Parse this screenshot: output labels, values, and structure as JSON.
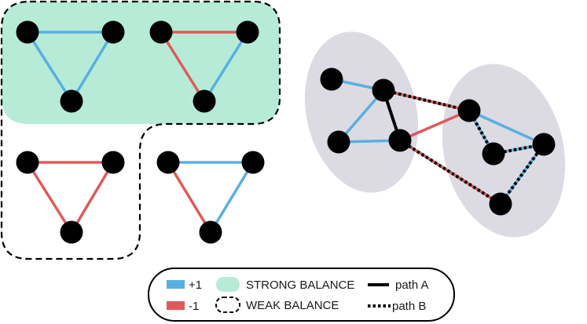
{
  "colors": {
    "positive": "#5aafe0",
    "negative": "#e05a5a",
    "strong_fill": "#b6ecd7",
    "cluster_fill": "#dcdbe3",
    "node": "#000000"
  },
  "legend": {
    "positive_label": "+1",
    "negative_label": "-1",
    "strong_label": "STRONG BALANCE",
    "weak_label": "WEAK BALANCE",
    "path_a_label": "path A",
    "path_b_label": "path B"
  },
  "triangles": [
    {
      "id": "t1",
      "edges": [
        "+",
        "+",
        "+"
      ],
      "balance": "strong"
    },
    {
      "id": "t2",
      "edges": [
        "-",
        "-",
        "+"
      ],
      "balance": "strong"
    },
    {
      "id": "t3",
      "edges": [
        "-",
        "-",
        "-"
      ],
      "balance": "weak"
    },
    {
      "id": "t4",
      "edges": [
        "+",
        "-",
        "+"
      ],
      "balance": "none"
    }
  ]
}
